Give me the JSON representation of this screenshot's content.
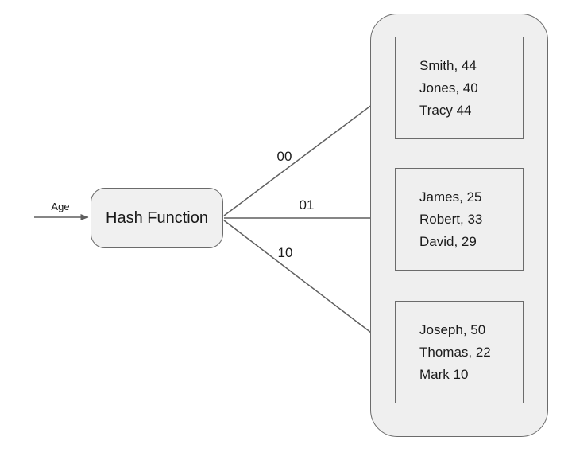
{
  "colors": {
    "canvas_bg": "#ffffff",
    "node_fill": "#f0f0f0",
    "node_border": "#6b6b6b",
    "bucket_fill": "#efefef",
    "bucket_border": "#6b6b6b",
    "arrow": "#5f5f5f",
    "text": "#1a1a1a"
  },
  "diagram": {
    "input_label": "Age",
    "hash_node_label": "Hash Function",
    "edges": [
      {
        "label": "00"
      },
      {
        "label": "01"
      },
      {
        "label": "10"
      }
    ],
    "buckets": [
      {
        "entries": [
          "Smith, 44",
          "Jones, 40",
          "Tracy 44"
        ]
      },
      {
        "entries": [
          "James, 25",
          "Robert, 33",
          "David, 29"
        ]
      },
      {
        "entries": [
          "Joseph, 50",
          "Thomas, 22",
          "Mark 10"
        ]
      }
    ]
  }
}
